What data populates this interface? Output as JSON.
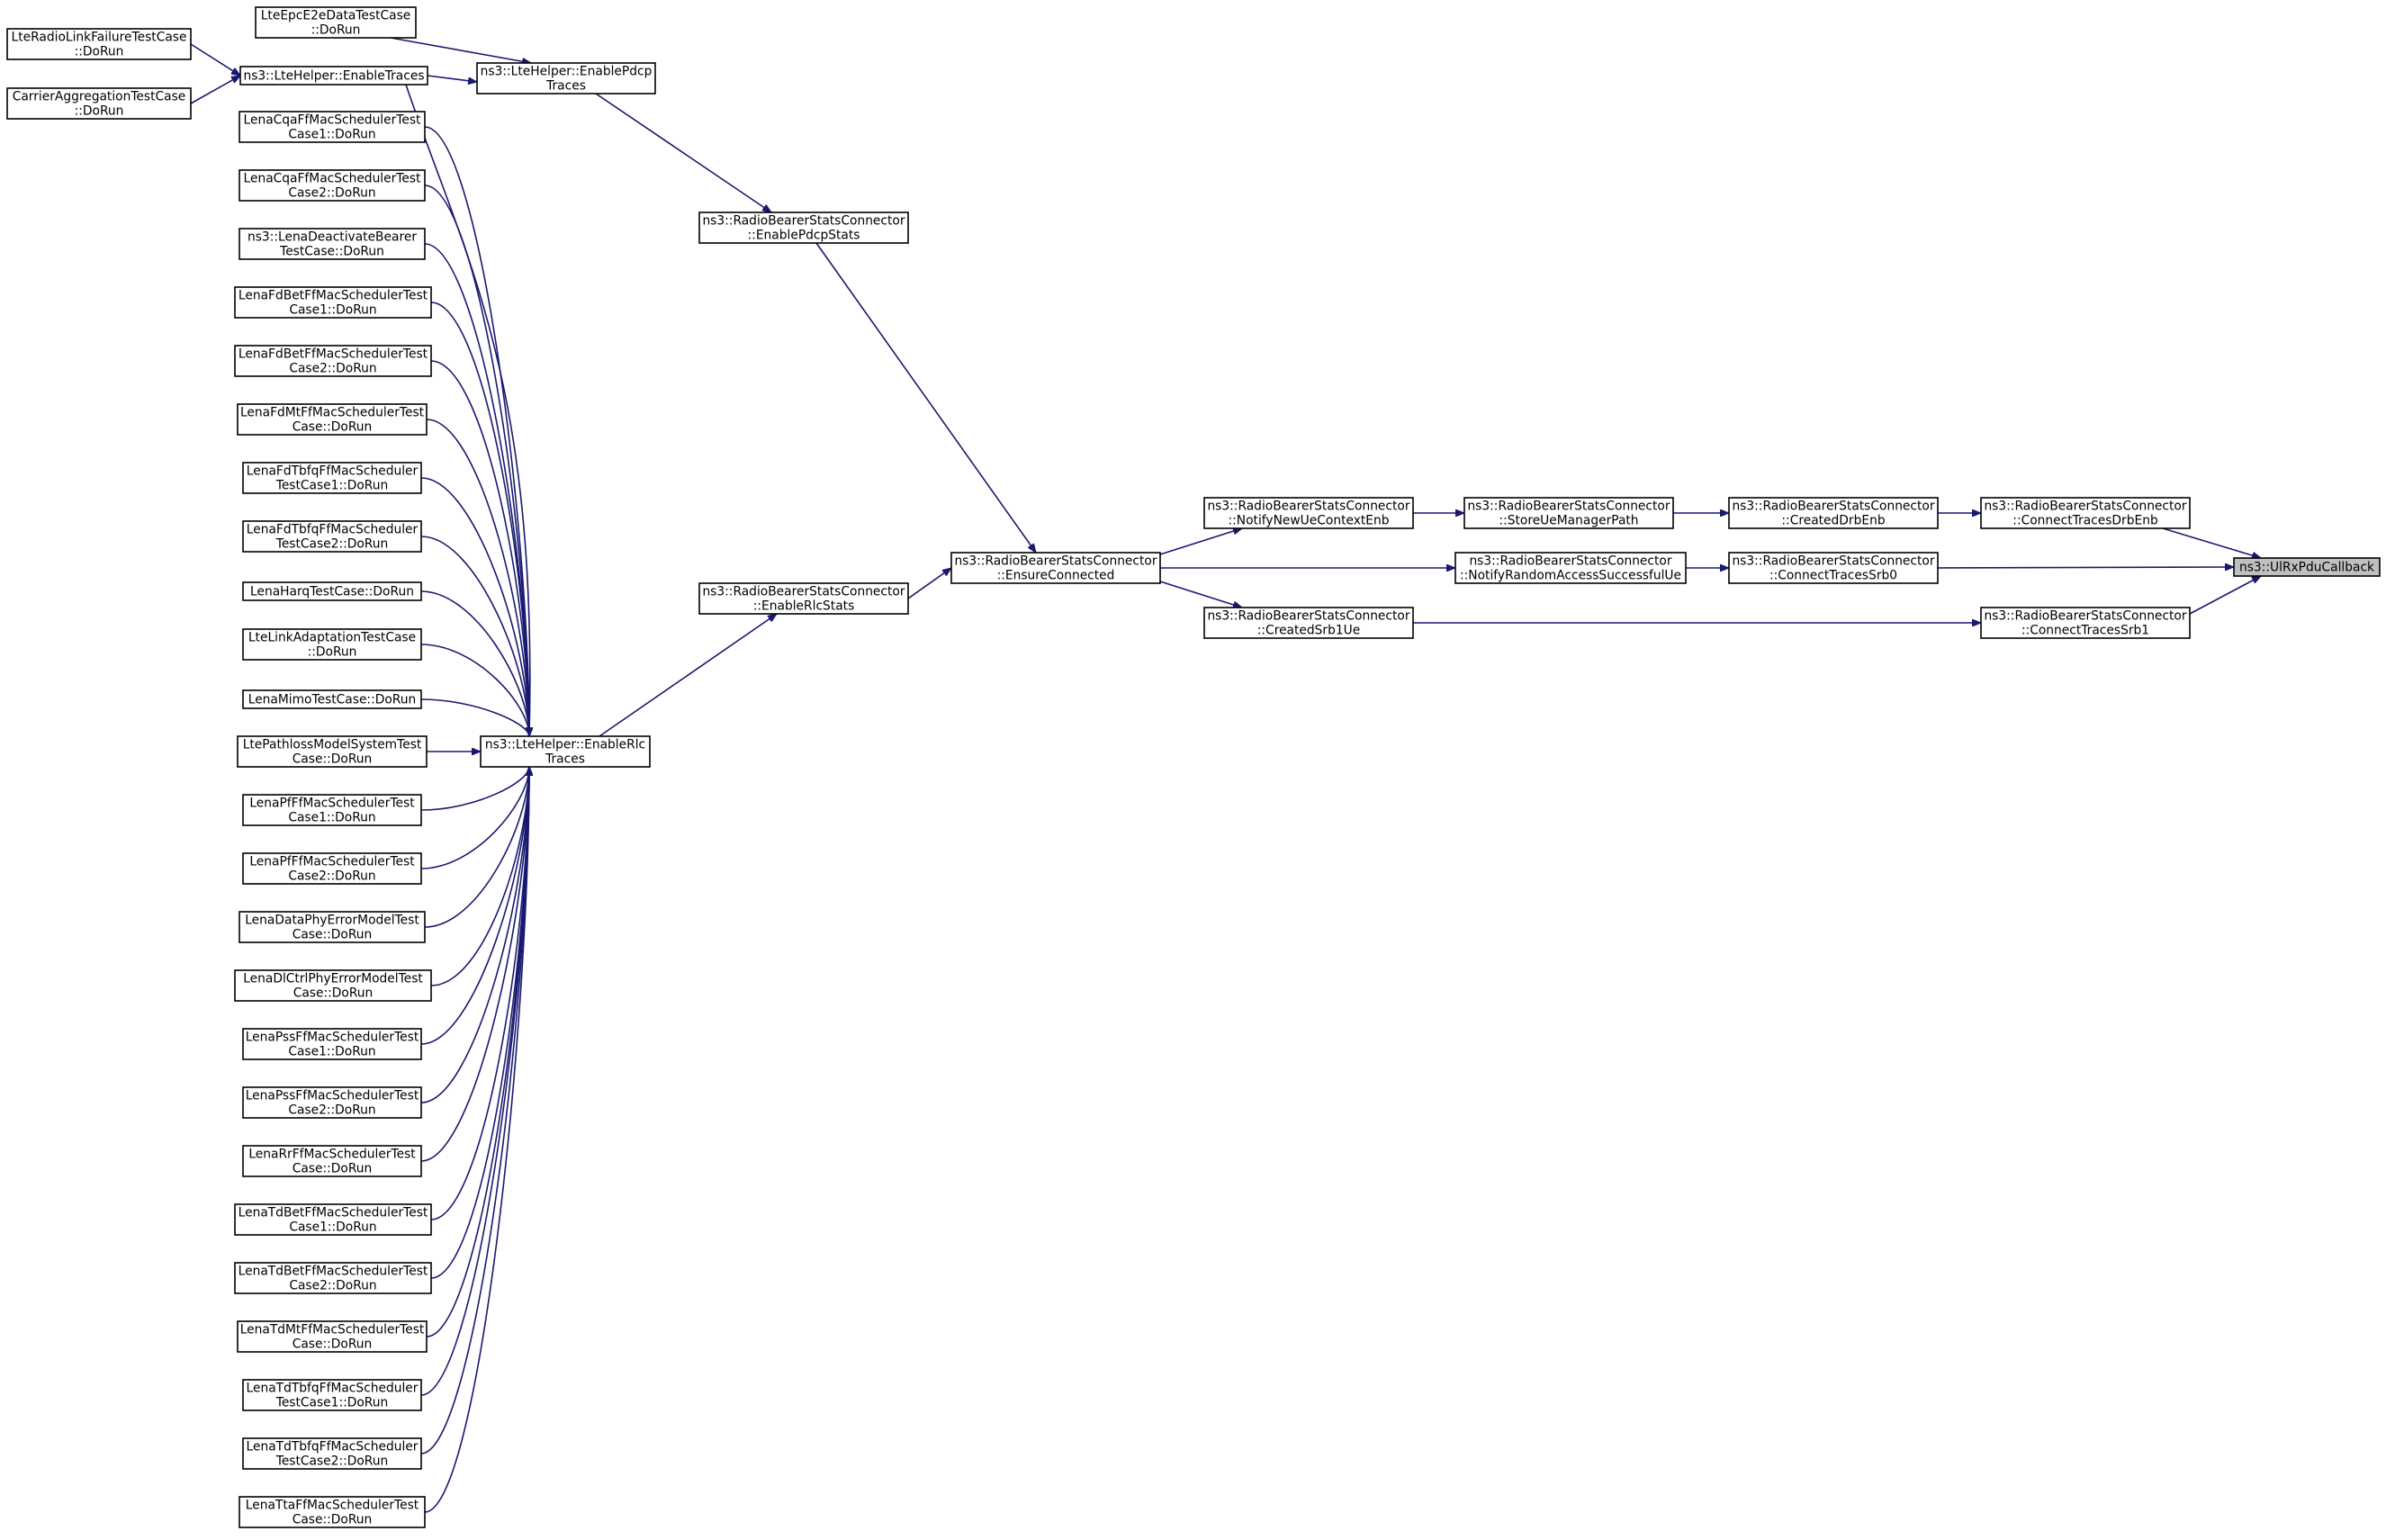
{
  "diagram": {
    "type": "caller-graph",
    "colors": {
      "edge": "#191970",
      "node_border": "#000000",
      "node_fill": "#ffffff",
      "focus_fill": "#bfbfbf",
      "background": "#ffffff"
    },
    "nodes": [
      {
        "id": "ulrx",
        "lines": [
          "ns3::UlRxPduCallback"
        ],
        "focus": true
      },
      {
        "id": "ctdrbenb",
        "lines": [
          "ns3::RadioBearerStatsConnector",
          "::ConnectTracesDrbEnb"
        ]
      },
      {
        "id": "ctsrb0",
        "lines": [
          "ns3::RadioBearerStatsConnector",
          "::ConnectTracesSrb0"
        ]
      },
      {
        "id": "ctsrb1",
        "lines": [
          "ns3::RadioBearerStatsConnector",
          "::ConnectTracesSrb1"
        ]
      },
      {
        "id": "createddrbenb",
        "lines": [
          "ns3::RadioBearerStatsConnector",
          "::CreatedDrbEnb"
        ]
      },
      {
        "id": "storeue",
        "lines": [
          "ns3::RadioBearerStatsConnector",
          "::StoreUeManagerPath"
        ]
      },
      {
        "id": "notifyra",
        "lines": [
          "ns3::RadioBearerStatsConnector",
          "::NotifyRandomAccessSuccessfulUe"
        ]
      },
      {
        "id": "notifynewue",
        "lines": [
          "ns3::RadioBearerStatsConnector",
          "::NotifyNewUeContextEnb"
        ]
      },
      {
        "id": "createdsrb1",
        "lines": [
          "ns3::RadioBearerStatsConnector",
          "::CreatedSrb1Ue"
        ]
      },
      {
        "id": "ensure",
        "lines": [
          "ns3::RadioBearerStatsConnector",
          "::EnsureConnected"
        ]
      },
      {
        "id": "enablepdcpstats",
        "lines": [
          "ns3::RadioBearerStatsConnector",
          "::EnablePdcpStats"
        ]
      },
      {
        "id": "enablerlcstats",
        "lines": [
          "ns3::RadioBearerStatsConnector",
          "::EnableRlcStats"
        ]
      },
      {
        "id": "enablepdcptraces",
        "lines": [
          "ns3::LteHelper::EnablePdcp",
          "Traces"
        ]
      },
      {
        "id": "enablerlctraces",
        "lines": [
          "ns3::LteHelper::EnableRlc",
          "Traces"
        ]
      },
      {
        "id": "enabletraces",
        "lines": [
          "ns3::LteHelper::EnableTraces"
        ]
      },
      {
        "id": "epce2e",
        "lines": [
          "LteEpcE2eDataTestCase",
          "::DoRun"
        ]
      },
      {
        "id": "radiolink",
        "lines": [
          "LteRadioLinkFailureTestCase",
          "::DoRun"
        ]
      },
      {
        "id": "carrieragg",
        "lines": [
          "CarrierAggregationTestCase",
          "::DoRun"
        ]
      },
      {
        "id": "cqa1",
        "lines": [
          "LenaCqaFfMacSchedulerTest",
          "Case1::DoRun"
        ]
      },
      {
        "id": "cqa2",
        "lines": [
          "LenaCqaFfMacSchedulerTest",
          "Case2::DoRun"
        ]
      },
      {
        "id": "deactivate",
        "lines": [
          "ns3::LenaDeactivateBearer",
          "TestCase::DoRun"
        ]
      },
      {
        "id": "fdbet1",
        "lines": [
          "LenaFdBetFfMacSchedulerTest",
          "Case1::DoRun"
        ]
      },
      {
        "id": "fdbet2",
        "lines": [
          "LenaFdBetFfMacSchedulerTest",
          "Case2::DoRun"
        ]
      },
      {
        "id": "fdmt",
        "lines": [
          "LenaFdMtFfMacSchedulerTest",
          "Case::DoRun"
        ]
      },
      {
        "id": "fdtbfq1",
        "lines": [
          "LenaFdTbfqFfMacScheduler",
          "TestCase1::DoRun"
        ]
      },
      {
        "id": "fdtbfq2",
        "lines": [
          "LenaFdTbfqFfMacScheduler",
          "TestCase2::DoRun"
        ]
      },
      {
        "id": "harq",
        "lines": [
          "LenaHarqTestCase::DoRun"
        ]
      },
      {
        "id": "linkadapt",
        "lines": [
          "LteLinkAdaptationTestCase",
          "::DoRun"
        ]
      },
      {
        "id": "mimo",
        "lines": [
          "LenaMimoTestCase::DoRun"
        ]
      },
      {
        "id": "pathloss",
        "lines": [
          "LtePathlossModelSystemTest",
          "Case::DoRun"
        ]
      },
      {
        "id": "pf1",
        "lines": [
          "LenaPfFfMacSchedulerTest",
          "Case1::DoRun"
        ]
      },
      {
        "id": "pf2",
        "lines": [
          "LenaPfFfMacSchedulerTest",
          "Case2::DoRun"
        ]
      },
      {
        "id": "dataphy",
        "lines": [
          "LenaDataPhyErrorModelTest",
          "Case::DoRun"
        ]
      },
      {
        "id": "dlctrl",
        "lines": [
          "LenaDlCtrlPhyErrorModelTest",
          "Case::DoRun"
        ]
      },
      {
        "id": "pss1",
        "lines": [
          "LenaPssFfMacSchedulerTest",
          "Case1::DoRun"
        ]
      },
      {
        "id": "pss2",
        "lines": [
          "LenaPssFfMacSchedulerTest",
          "Case2::DoRun"
        ]
      },
      {
        "id": "rr",
        "lines": [
          "LenaRrFfMacSchedulerTest",
          "Case::DoRun"
        ]
      },
      {
        "id": "tdbet1",
        "lines": [
          "LenaTdBetFfMacSchedulerTest",
          "Case1::DoRun"
        ]
      },
      {
        "id": "tdbet2",
        "lines": [
          "LenaTdBetFfMacSchedulerTest",
          "Case2::DoRun"
        ]
      },
      {
        "id": "tdmt",
        "lines": [
          "LenaTdMtFfMacSchedulerTest",
          "Case::DoRun"
        ]
      },
      {
        "id": "tdtbfq1",
        "lines": [
          "LenaTdTbfqFfMacScheduler",
          "TestCase1::DoRun"
        ]
      },
      {
        "id": "tdtbfq2",
        "lines": [
          "LenaTdTbfqFfMacScheduler",
          "TestCase2::DoRun"
        ]
      },
      {
        "id": "tta",
        "lines": [
          "LenaTtaFfMacSchedulerTest",
          "Case::DoRun"
        ]
      }
    ],
    "edges": [
      [
        "ctdrbenb",
        "ulrx"
      ],
      [
        "ctsrb0",
        "ulrx"
      ],
      [
        "ctsrb1",
        "ulrx"
      ],
      [
        "createddrbenb",
        "ctdrbenb"
      ],
      [
        "storeue",
        "createddrbenb"
      ],
      [
        "notifynewue",
        "storeue"
      ],
      [
        "notifyra",
        "ctsrb0"
      ],
      [
        "createdsrb1",
        "ctsrb1"
      ],
      [
        "ensure",
        "notifynewue"
      ],
      [
        "ensure",
        "notifyra"
      ],
      [
        "ensure",
        "createdsrb1"
      ],
      [
        "enablepdcpstats",
        "ensure"
      ],
      [
        "enablerlcstats",
        "ensure"
      ],
      [
        "enablepdcptraces",
        "enablepdcpstats"
      ],
      [
        "enablerlctraces",
        "enablerlcstats"
      ],
      [
        "enabletraces",
        "enablepdcptraces"
      ],
      [
        "enabletraces",
        "enablerlctraces"
      ],
      [
        "epce2e",
        "enablepdcptraces"
      ],
      [
        "radiolink",
        "enabletraces"
      ],
      [
        "carrieragg",
        "enabletraces"
      ],
      [
        "cqa1",
        "enablerlctraces"
      ],
      [
        "cqa2",
        "enablerlctraces"
      ],
      [
        "deactivate",
        "enablerlctraces"
      ],
      [
        "fdbet1",
        "enablerlctraces"
      ],
      [
        "fdbet2",
        "enablerlctraces"
      ],
      [
        "fdmt",
        "enablerlctraces"
      ],
      [
        "fdtbfq1",
        "enablerlctraces"
      ],
      [
        "fdtbfq2",
        "enablerlctraces"
      ],
      [
        "harq",
        "enablerlctraces"
      ],
      [
        "linkadapt",
        "enablerlctraces"
      ],
      [
        "mimo",
        "enablerlctraces"
      ],
      [
        "pathloss",
        "enablerlctraces"
      ],
      [
        "pf1",
        "enablerlctraces"
      ],
      [
        "pf2",
        "enablerlctraces"
      ],
      [
        "dataphy",
        "enablerlctraces"
      ],
      [
        "dlctrl",
        "enablerlctraces"
      ],
      [
        "pss1",
        "enablerlctraces"
      ],
      [
        "pss2",
        "enablerlctraces"
      ],
      [
        "rr",
        "enablerlctraces"
      ],
      [
        "tdbet1",
        "enablerlctraces"
      ],
      [
        "tdbet2",
        "enablerlctraces"
      ],
      [
        "tdmt",
        "enablerlctraces"
      ],
      [
        "tdtbfq1",
        "enablerlctraces"
      ],
      [
        "tdtbfq2",
        "enablerlctraces"
      ],
      [
        "tta",
        "enablerlctraces"
      ]
    ]
  }
}
